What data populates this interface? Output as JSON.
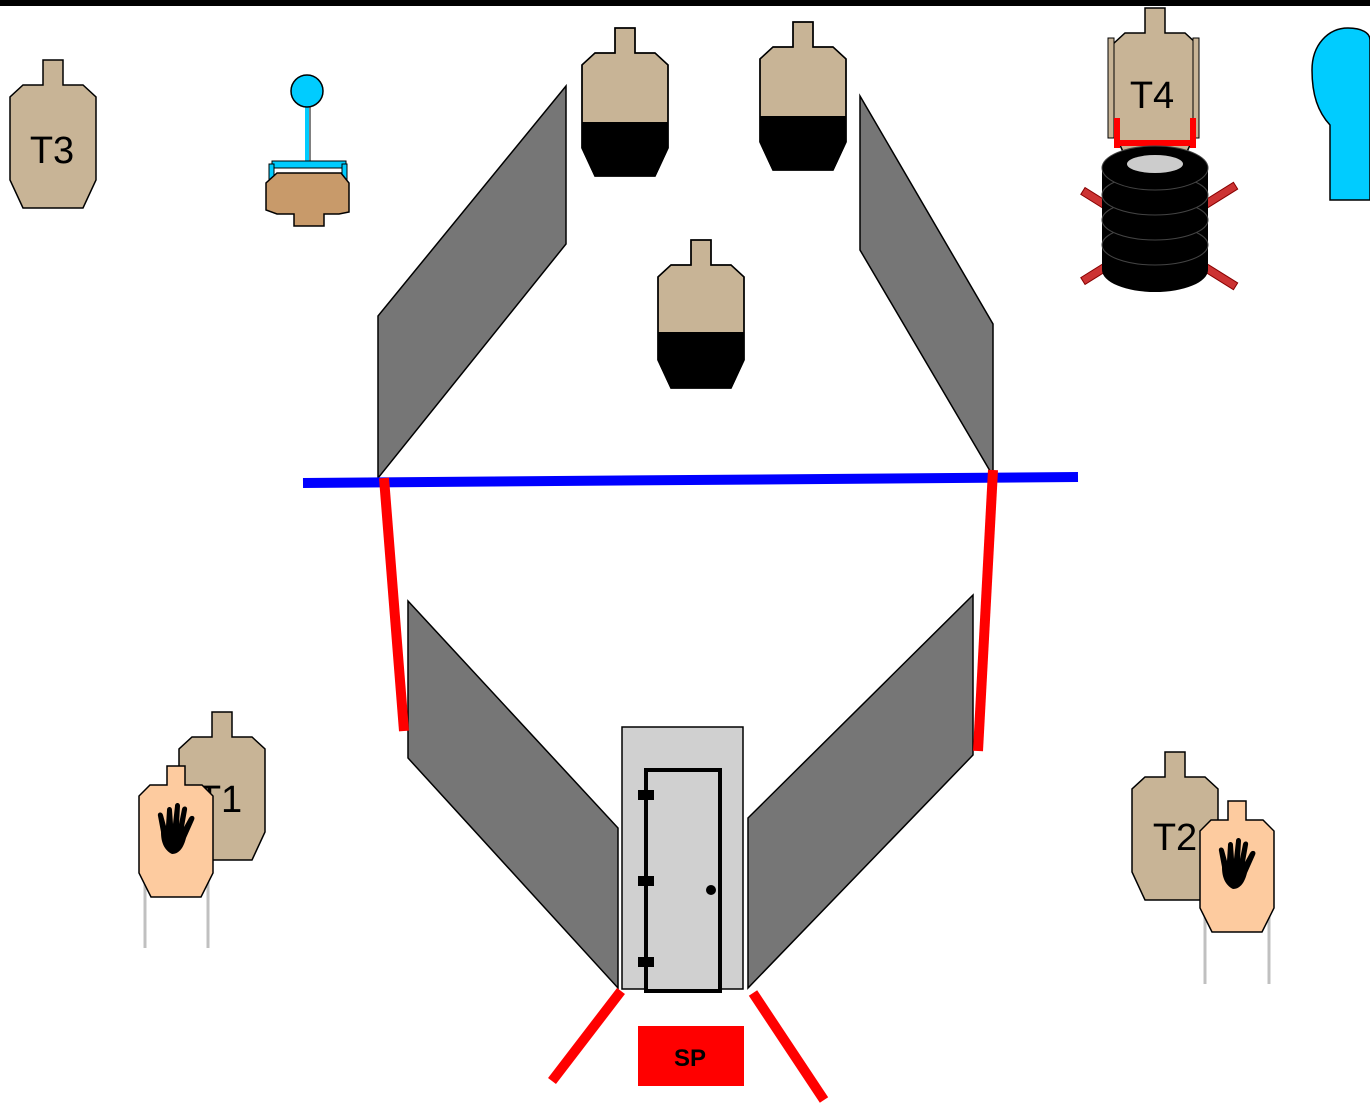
{
  "diagram": {
    "colors": {
      "top_border": "#000000",
      "target_tan": "#c8b496",
      "no_shoot": "#fdcb9f",
      "wall": "#767676",
      "fault_line": "#0000ff",
      "barrier_line": "#ff0000",
      "door_frame": "#d0d0d0",
      "start_box": "#ff0000",
      "swinger_cyan": "#00ccff",
      "activator_brown": "#c89a6a",
      "tire": "#000000",
      "stand_leg": "#c0c0c0"
    },
    "targets": {
      "t1": {
        "label": "T1",
        "icon": "paper-target-icon"
      },
      "t2": {
        "label": "T2",
        "icon": "paper-target-icon"
      },
      "t3": {
        "label": "T3",
        "icon": "paper-target-icon"
      },
      "t4": {
        "label": "T4",
        "icon": "paper-target-icon"
      }
    },
    "start_position": {
      "label": "SP"
    }
  }
}
